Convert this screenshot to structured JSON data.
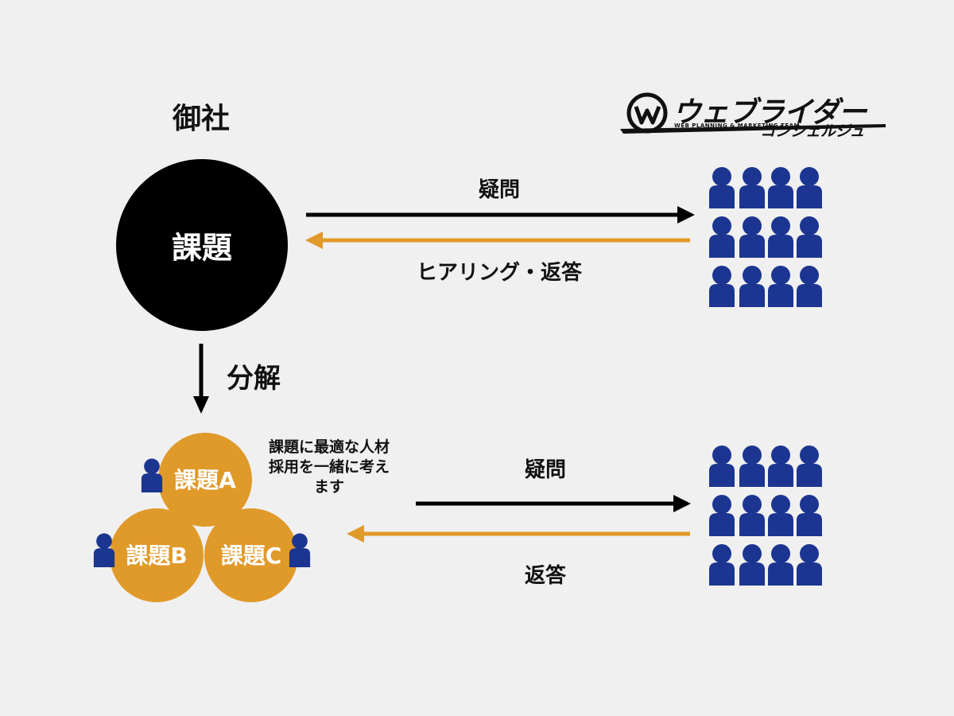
{
  "company": {
    "label": "御社"
  },
  "main_issue": {
    "label": "課題"
  },
  "top_flow": {
    "question_label": "疑問",
    "answer_label": "ヒアリング・返答"
  },
  "decompose": {
    "label": "分解"
  },
  "sub_issues": [
    {
      "label": "課題A"
    },
    {
      "label": "課題B"
    },
    {
      "label": "課題C"
    }
  ],
  "note": {
    "text": "課題に最適な人材採用を一緒に考えます"
  },
  "bottom_flow": {
    "question_label": "疑問",
    "answer_label": "返答"
  },
  "logo": {
    "name": "ウェブライダー",
    "tagline": "WEB PLANNING & MARKETING TEAM",
    "sub": "コンシェルジュ"
  },
  "colors": {
    "background": "#f0f0f0",
    "main_circle": "#000000",
    "sub_circle": "#e09a2a",
    "person": "#1c3590",
    "forward_arrow": "#000000",
    "return_arrow": "#e09a2a"
  }
}
